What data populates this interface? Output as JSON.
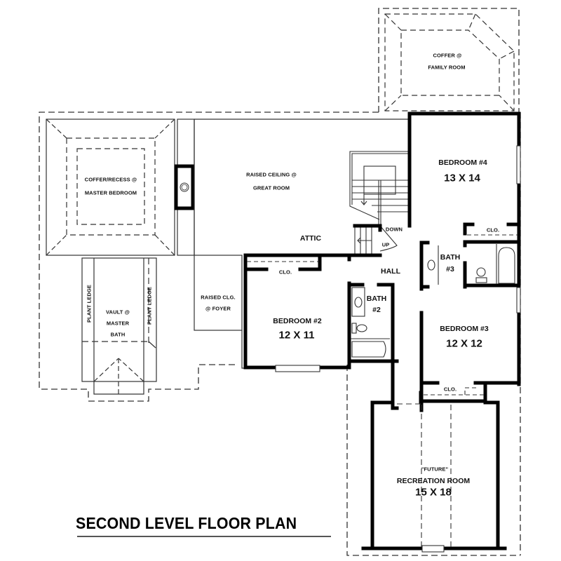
{
  "title": "SECOND LEVEL FLOOR PLAN",
  "rooms": {
    "family_room": {
      "line1": "COFFER @",
      "line2": "FAMILY ROOM"
    },
    "master_bedroom": {
      "line1": "COFFER/RECESS @",
      "line2": "MASTER BEDROOM"
    },
    "great_room": {
      "line1": "RAISED CEILING @",
      "line2": "GREAT ROOM"
    },
    "attic": {
      "label": "ATTIC"
    },
    "bedroom4": {
      "name": "BEDROOM #4",
      "size": "13 X 14"
    },
    "bedroom4_closet": {
      "label": "CLO."
    },
    "bath3": {
      "line1": "BATH",
      "line2": "#3"
    },
    "stairs": {
      "down": "DOWN",
      "up": "UP"
    },
    "hall": {
      "label": "HALL"
    },
    "bedroom2_closet": {
      "label": "CLO."
    },
    "bedroom2": {
      "name": "BEDROOM #2",
      "size": "12 X 11"
    },
    "bath2": {
      "line1": "BATH",
      "line2": "#2"
    },
    "foyer": {
      "line1": "RAISED CLG.",
      "line2": "@ FOYER"
    },
    "master_bath": {
      "line1": "VAULT @",
      "line2": "MASTER",
      "line3": "BATH"
    },
    "plant_ledge_left": {
      "label": "PLANT LEDGE"
    },
    "plant_ledge_right": {
      "label": "PLANT LEDGE"
    },
    "bedroom3": {
      "name": "BEDROOM #3",
      "size": "12 X 12"
    },
    "bedroom3_closet": {
      "label": "CLO."
    },
    "recreation_room": {
      "note": "\"FUTURE\"",
      "name": "RECREATION ROOM",
      "size": "15 X 18"
    }
  },
  "colors": {
    "wall": "#000000",
    "line": "#222222",
    "background": "#ffffff"
  }
}
